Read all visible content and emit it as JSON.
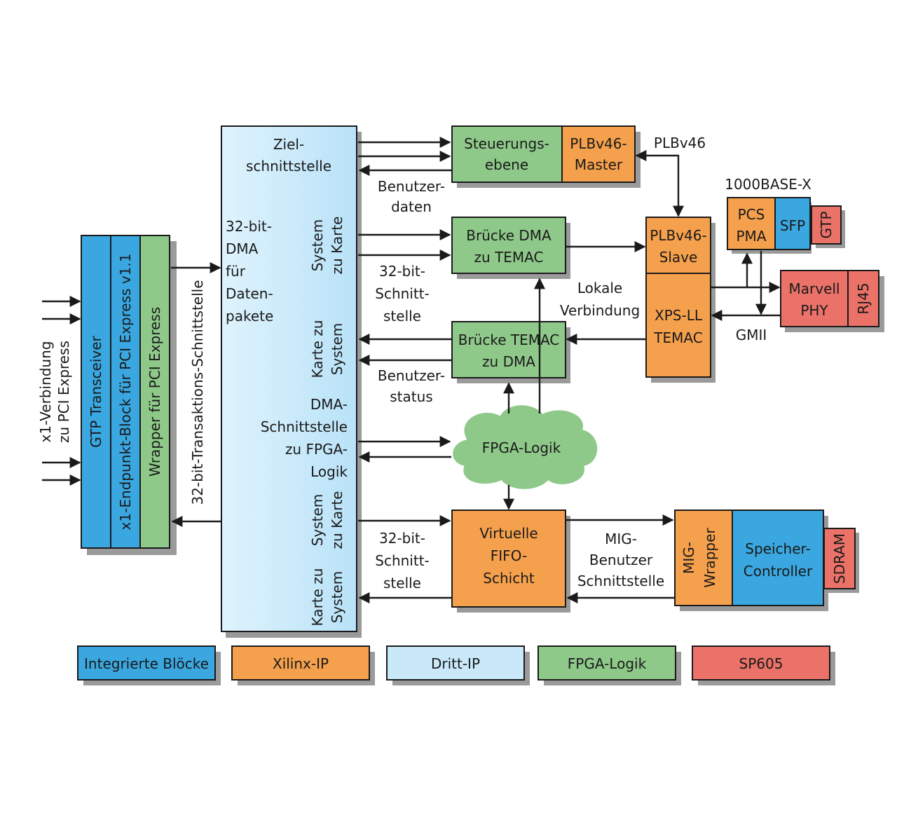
{
  "colors": {
    "integrated": "#3aa7e0",
    "xilinx": "#f5a04c",
    "third": "#c9e9fa",
    "fpga": "#8fc98a",
    "sp605": "#ea7268",
    "shadow": "#9a9a9a",
    "line": "#1a1a1a"
  },
  "pci": {
    "conn_line1": "x1-Verbindung",
    "conn_line2": "zu PCI Express",
    "gtp": "GTP Transceiver",
    "endpoint": "x1-Endpunkt-Block für PCI Express v1.1",
    "wrapper": "Wrapper für PCI Express",
    "transaction": "32-bit-Transaktions-Schnittstelle"
  },
  "dma": {
    "ziel1": "Ziel-",
    "ziel2": "schnittstelle",
    "dma_lines": [
      "32-bit-",
      "DMA",
      "für",
      "Daten-",
      "pakete"
    ],
    "sys_karte1_a": "System",
    "sys_karte1_b": "zu Karte",
    "karte_sys1_a": "Karte zu",
    "karte_sys1_b": "System",
    "fpga_if_lines": [
      "DMA-",
      "Schnittstelle",
      "zu FPGA-",
      "Logik"
    ],
    "sys_karte2_a": "System",
    "sys_karte2_b": "zu Karte",
    "karte_sys2_a": "Karte zu",
    "karte_sys2_b": "System"
  },
  "mid": {
    "benutzer_daten": [
      "Benutzer-",
      "daten"
    ],
    "schnitt1": [
      "32-bit-",
      "Schnitt-",
      "stelle"
    ],
    "benutzer_status": [
      "Benutzer-",
      "status"
    ],
    "schnitt2": [
      "32-bit-",
      "Schnitt-",
      "stelle"
    ]
  },
  "blocks": {
    "steuerung": [
      "Steuerungs-",
      "ebene"
    ],
    "plb_master": [
      "PLBv46-",
      "Master"
    ],
    "bruecke_dma": [
      "Brücke DMA",
      "zu TEMAC"
    ],
    "bruecke_temac": [
      "Brücke TEMAC",
      "zu DMA"
    ],
    "fpga_logik": "FPGA-Logik",
    "virtuelle": [
      "Virtuelle",
      "FIFO-",
      "Schicht"
    ],
    "plb_slave": [
      "PLBv46-",
      "Slave"
    ],
    "xps": [
      "XPS-LL",
      "TEMAC"
    ],
    "pcs": [
      "PCS",
      "PMA"
    ],
    "sfp": "SFP",
    "gtp": "GTP",
    "marvell": [
      "Marvell",
      "PHY"
    ],
    "rj45": "RJ45",
    "mig_wrapper": [
      "MIG-",
      "Wrapper"
    ],
    "speicher": [
      "Speicher-",
      "Controller"
    ],
    "sdram": "SDRAM"
  },
  "labels": {
    "plbv46": "PLBv46",
    "base_x": "1000BASE-X",
    "lokale": [
      "Lokale",
      "Verbindung"
    ],
    "gmii": "GMII",
    "mig_user": [
      "MIG-",
      "Benutzer",
      "Schnittstelle"
    ]
  },
  "legend": [
    {
      "label": "Integrierte Blöcke",
      "color": "#3aa7e0"
    },
    {
      "label": "Xilinx-IP",
      "color": "#f5a04c"
    },
    {
      "label": "Dritt-IP",
      "color": "#c9e9fa"
    },
    {
      "label": "FPGA-Logik",
      "color": "#8fc98a"
    },
    {
      "label": "SP605",
      "color": "#ea7268"
    }
  ]
}
